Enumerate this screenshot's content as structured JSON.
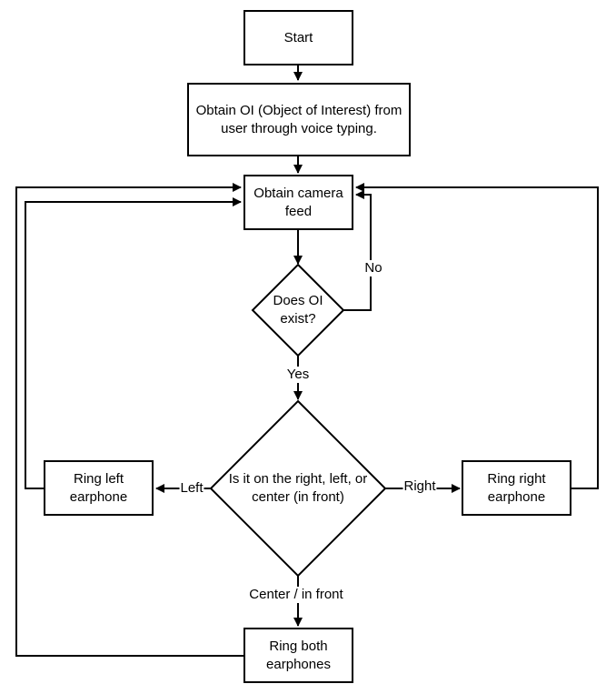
{
  "nodes": {
    "start": "Start",
    "obtain_oi": "Obtain OI (Object of Interest) from\nuser through voice typing.",
    "camera_feed": "Obtain camera\nfeed",
    "does_oi_exist": "Does OI\nexist?",
    "position_check": "Is it on the right, left, or\ncenter (in front)",
    "ring_left": "Ring left\nearphone",
    "ring_right": "Ring right\nearphone",
    "ring_both": "Ring both\nearphones"
  },
  "edge_labels": {
    "no": "No",
    "yes": "Yes",
    "left": "Left",
    "right": "Right",
    "center": "Center / in front"
  }
}
